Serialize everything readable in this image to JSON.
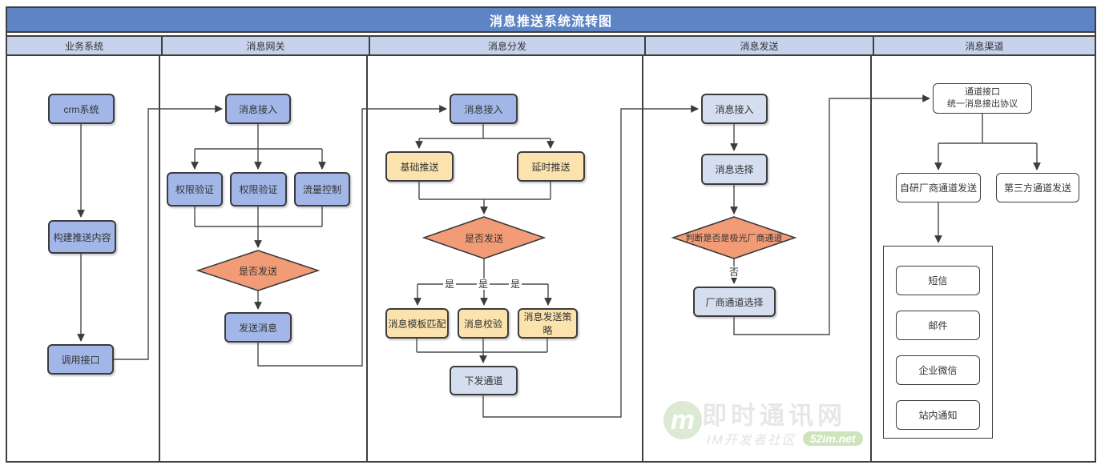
{
  "title": "消息推送系统流转图",
  "lanes": [
    {
      "label": "业务系统"
    },
    {
      "label": "消息网关"
    },
    {
      "label": "消息分发"
    },
    {
      "label": "消息发送"
    },
    {
      "label": "消息渠道"
    }
  ],
  "nodes": {
    "crm": "crm系统",
    "build_content": "构建推送内容",
    "call_api": "调用接口",
    "gateway_access": "消息接入",
    "auth_check_1": "权限验证",
    "auth_check_2": "权限验证",
    "flow_control": "流量控制",
    "gateway_decision": "是否发送",
    "send_message": "发送消息",
    "dispatch_access": "消息接入",
    "basic_push": "基础推送",
    "delay_push": "延时推送",
    "dispatch_decision": "是否发送",
    "template_match": "消息模板匹配",
    "message_verify": "消息校验",
    "send_strategy": "消息发送策略",
    "channel_dispatch": "下发通道",
    "send_access": "消息接入",
    "message_select": "消息选择",
    "send_decision": "判断是否是极光厂商通道",
    "vendor_channel_select": "厂商通道选择",
    "channel_api_line1": "通道接口",
    "channel_api_line2": "统一消息接出协议",
    "self_vendor_send": "自研厂商通道发送",
    "third_party_send": "第三方通道发送",
    "sms": "短信",
    "email": "邮件",
    "wecom": "企业微信",
    "site_notify": "站内通知"
  },
  "edge_labels": {
    "yes": "是",
    "no": "否"
  },
  "watermark": {
    "logo": "m",
    "brand": "即时通讯网",
    "subtitle": "IM开发者社区",
    "domain": "52im.net"
  },
  "colors": {
    "title_bar": "#5d84c3",
    "lane_header": "#c7d2ec",
    "node_blue": "#a2b7e8",
    "node_light_blue": "#d4deef",
    "node_yellow": "#fce3ae",
    "node_orange": "#f29c77",
    "border": "#3c3c3c"
  }
}
